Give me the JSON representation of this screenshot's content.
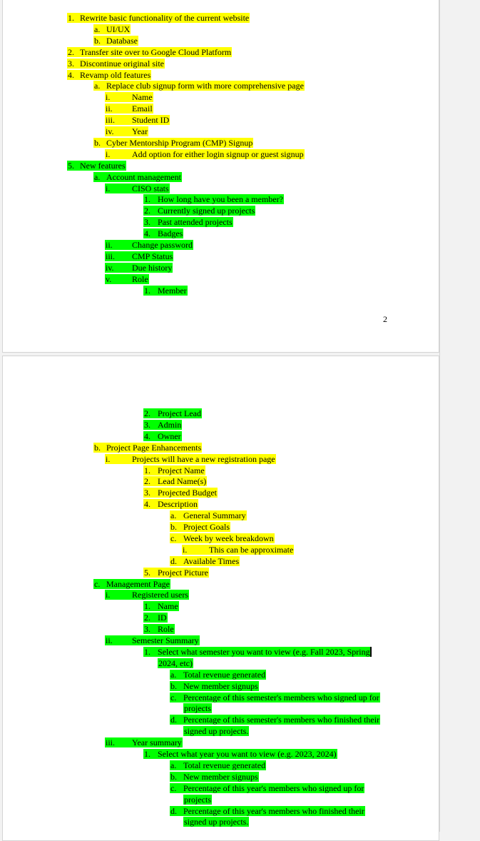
{
  "page1": {
    "page_number": "2",
    "lines": [
      {
        "marker": "1.",
        "text": "Rewrite basic functionality of the current website",
        "color": "yellow",
        "level": 0
      },
      {
        "marker": "a.",
        "text": "UI/UX",
        "color": "yellow",
        "level": 1
      },
      {
        "marker": "b.",
        "text": "Database",
        "color": "yellow",
        "level": 1
      },
      {
        "marker": "2.",
        "text": "Transfer site over to Google Cloud Platform",
        "color": "yellow",
        "level": 0
      },
      {
        "marker": "3.",
        "text": "Discontinue original site",
        "color": "yellow",
        "level": 0
      },
      {
        "marker": "4.",
        "text": "Revamp old features",
        "color": "yellow",
        "level": 0
      },
      {
        "marker": "a.",
        "text": "Replace club signup form with more comprehensive page",
        "color": "yellow",
        "level": 1
      },
      {
        "marker": "i.",
        "text": "Name",
        "color": "yellow",
        "level": 2
      },
      {
        "marker": "ii.",
        "text": "Email",
        "color": "yellow",
        "level": 2
      },
      {
        "marker": "iii.",
        "text": "Student ID",
        "color": "yellow",
        "level": 2
      },
      {
        "marker": "iv.",
        "text": "Year",
        "color": "yellow",
        "level": 2
      },
      {
        "marker": "b.",
        "text": "Cyber Mentorship Program (CMP) Signup",
        "color": "yellow",
        "level": 1
      },
      {
        "marker": "i.",
        "text": "Add option for either login signup or guest signup",
        "color": "yellow",
        "level": 2
      },
      {
        "marker": "5.",
        "text": "New features",
        "color": "green",
        "level": 0
      },
      {
        "marker": "a.",
        "text": "Account management",
        "color": "green",
        "level": 1
      },
      {
        "marker": "i.",
        "text": "CISO stats",
        "color": "green",
        "level": 2
      },
      {
        "marker": "1.",
        "text": "How long have you been a member?",
        "color": "green",
        "level": 3
      },
      {
        "marker": "2.",
        "text": "Currently signed up projects",
        "color": "green",
        "level": 3
      },
      {
        "marker": "3.",
        "text": "Past attended projects",
        "color": "green",
        "level": 3
      },
      {
        "marker": "4.",
        "text": "Badges",
        "color": "green",
        "level": 3
      },
      {
        "marker": "ii.",
        "text": "Change password",
        "color": "green",
        "level": 2
      },
      {
        "marker": "iii.",
        "text": "CMP Status",
        "color": "green",
        "level": 2
      },
      {
        "marker": "iv.",
        "text": "Due history",
        "color": "green",
        "level": 2
      },
      {
        "marker": "v.",
        "text": "Role",
        "color": "green",
        "level": 2
      },
      {
        "marker": "1.",
        "text": "Member",
        "color": "green",
        "level": 3
      }
    ]
  },
  "page2": {
    "lines": [
      {
        "marker": "2.",
        "text": "Project Lead",
        "color": "green",
        "level": 3
      },
      {
        "marker": "3.",
        "text": "Admin",
        "color": "green",
        "level": 3
      },
      {
        "marker": "4.",
        "text": "Owner",
        "color": "green",
        "level": 3
      },
      {
        "marker": "b.",
        "text": "Project Page Enhancements",
        "color": "yellow",
        "level": 1
      },
      {
        "marker": "i.",
        "text": "Projects will have a new registration page",
        "color": "yellow",
        "level": 2
      },
      {
        "marker": "1.",
        "text": "Project Name",
        "color": "yellow",
        "level": 3
      },
      {
        "marker": "2.",
        "text": "Lead Name(s)",
        "color": "yellow",
        "level": 3
      },
      {
        "marker": "3.",
        "text": "Projected Budget",
        "color": "yellow",
        "level": 3
      },
      {
        "marker": "4.",
        "text": "Description",
        "color": "yellow",
        "level": 3
      },
      {
        "marker": "a.",
        "text": "General Summary",
        "color": "yellow",
        "level": 4
      },
      {
        "marker": "b.",
        "text": "Project Goals",
        "color": "yellow",
        "level": 4
      },
      {
        "marker": "c.",
        "text": "Week by week breakdown",
        "color": "yellow",
        "level": 4
      },
      {
        "marker": "i.",
        "text": "This can be approximate",
        "color": "yellow",
        "level": 5
      },
      {
        "marker": "d.",
        "text": "Available Times",
        "color": "yellow",
        "level": 4
      },
      {
        "marker": "5.",
        "text": "Project Picture",
        "color": "yellow",
        "level": 3
      },
      {
        "marker": "c.",
        "text": "Management Page",
        "color": "green",
        "level": 1
      },
      {
        "marker": "i.",
        "text": "Registered users",
        "color": "green",
        "level": 2
      },
      {
        "marker": "1.",
        "text": "Name",
        "color": "green",
        "level": 3
      },
      {
        "marker": "2.",
        "text": "ID",
        "color": "green",
        "level": 3
      },
      {
        "marker": "3.",
        "text": "Role",
        "color": "green",
        "level": 3
      },
      {
        "marker": "ii.",
        "text": "Semester Summary",
        "color": "green",
        "level": 2
      },
      {
        "marker": "1.",
        "text": "Select what semester you want to view (e.g. Fall 2023, Spring",
        "color": "green",
        "level": 3
      },
      {
        "marker": "",
        "text": "2024, etc)",
        "color": "green",
        "level": 3,
        "cont": true
      },
      {
        "marker": "a.",
        "text": "Total revenue generated",
        "color": "green",
        "level": 4
      },
      {
        "marker": "b.",
        "text": "New member signups",
        "color": "green",
        "level": 4
      },
      {
        "marker": "c.",
        "text": "Percentage of this semester's members who signed up for",
        "color": "green",
        "level": 4
      },
      {
        "marker": "",
        "text": "projects",
        "color": "green",
        "level": 4,
        "cont": true
      },
      {
        "marker": "d.",
        "text": "Percentage of this semester's members who finished their",
        "color": "green",
        "level": 4
      },
      {
        "marker": "",
        "text": "signed up projects.",
        "color": "green",
        "level": 4,
        "cont": true
      },
      {
        "marker": "iii.",
        "text": "Year summary",
        "color": "green",
        "level": 2
      },
      {
        "marker": "1.",
        "text": "Select what year you want to view (e.g. 2023, 2024)",
        "color": "green",
        "level": 3
      },
      {
        "marker": "a.",
        "text": "Total revenue generated",
        "color": "green",
        "level": 4
      },
      {
        "marker": "b.",
        "text": "New member signups",
        "color": "green",
        "level": 4
      },
      {
        "marker": "c.",
        "text": "Percentage of this year's members who signed up for",
        "color": "green",
        "level": 4
      },
      {
        "marker": "",
        "text": "projects",
        "color": "green",
        "level": 4,
        "cont": true
      },
      {
        "marker": "d.",
        "text": "Percentage of this year's members who finished their",
        "color": "green",
        "level": 4
      },
      {
        "marker": "",
        "text": "signed up projects.",
        "color": "green",
        "level": 4,
        "cont": true
      }
    ]
  }
}
